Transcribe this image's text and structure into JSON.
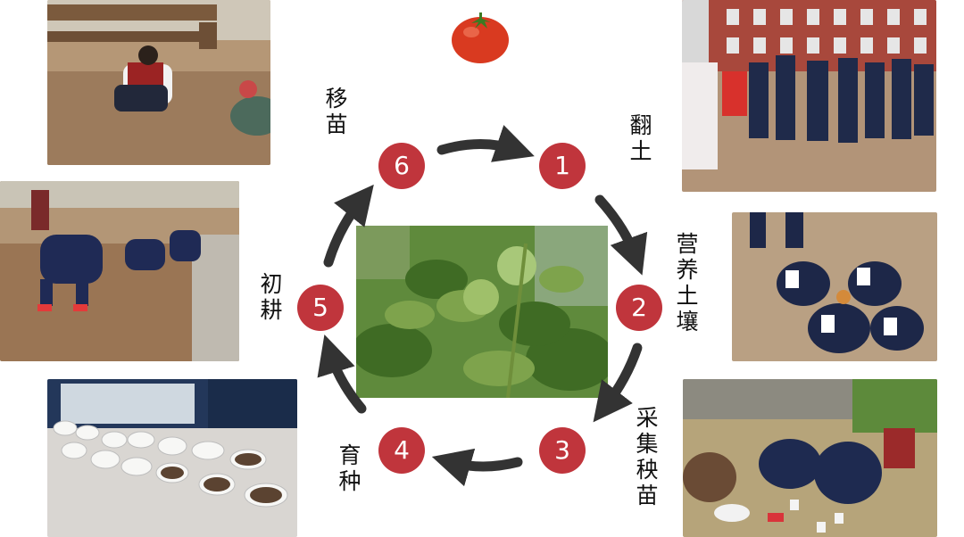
{
  "steps": [
    {
      "number": "1",
      "label": "翻土"
    },
    {
      "number": "2",
      "label": "营养土壤"
    },
    {
      "number": "3",
      "label": "采集秧苗"
    },
    {
      "number": "4",
      "label": "育种"
    },
    {
      "number": "5",
      "label": "初耕"
    },
    {
      "number": "6",
      "label": "移苗"
    }
  ],
  "colors": {
    "node": "#c0353c",
    "arrow": "#333333"
  }
}
